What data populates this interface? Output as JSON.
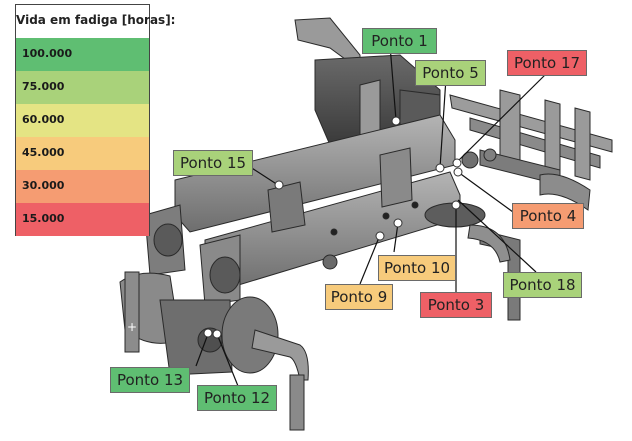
{
  "legend": {
    "title": "Vida em fadiga [horas]:",
    "bands": [
      {
        "value": "100.000",
        "color": "#5fbe72"
      },
      {
        "value": "75.000",
        "color": "#a9d27a"
      },
      {
        "value": "60.000",
        "color": "#e4e484"
      },
      {
        "value": "45.000",
        "color": "#f7cb7c"
      },
      {
        "value": "30.000",
        "color": "#f59c72"
      },
      {
        "value": "15.000",
        "color": "#ee6066"
      }
    ]
  },
  "points": {
    "p1": {
      "label": "Ponto 1",
      "color": "#5fbe72"
    },
    "p5": {
      "label": "Ponto 5",
      "color": "#a9d27a"
    },
    "p17": {
      "label": "Ponto 17",
      "color": "#ee6066"
    },
    "p15": {
      "label": "Ponto 15",
      "color": "#a9d27a"
    },
    "p4": {
      "label": "Ponto 4",
      "color": "#f59c72"
    },
    "p10": {
      "label": "Ponto 10",
      "color": "#f7cb7c"
    },
    "p9": {
      "label": "Ponto 9",
      "color": "#f7cb7c"
    },
    "p3": {
      "label": "Ponto 3",
      "color": "#ee6066"
    },
    "p18": {
      "label": "Ponto 18",
      "color": "#a9d27a"
    },
    "p13": {
      "label": "Ponto 13",
      "color": "#5fbe72"
    },
    "p12": {
      "label": "Ponto 12",
      "color": "#5fbe72"
    }
  }
}
